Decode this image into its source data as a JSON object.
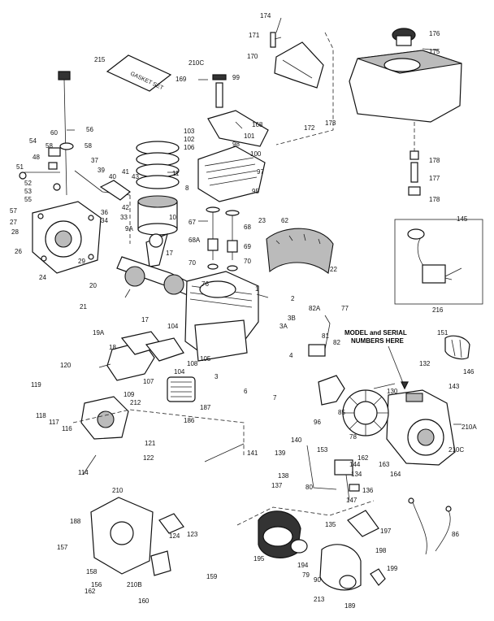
{
  "labels": {
    "p174": "174",
    "p171": "171",
    "p170": "170",
    "p175": "175",
    "p176": "176",
    "p215": "215",
    "p210c_top": "210C",
    "p169": "169",
    "p99": "99",
    "p168": "168",
    "p172": "172",
    "p173": "173",
    "p56": "56",
    "p60": "60",
    "p58": "58",
    "p54": "54",
    "p48": "48",
    "p51": "51",
    "p52": "52",
    "p53": "53",
    "p55": "55",
    "p57": "57",
    "p27": "27",
    "p28": "28",
    "p37": "37",
    "p39": "39",
    "p40": "40",
    "p41": "41",
    "p43": "43",
    "p36": "36",
    "p34": "34",
    "p33": "33",
    "p42": "42",
    "p11": "11",
    "p8": "8",
    "p10": "10",
    "p9a": "9A",
    "p103": "103",
    "p102": "102",
    "p106": "106",
    "p98": "98",
    "p101": "101",
    "p100": "100",
    "p97": "97",
    "p95": "95",
    "p178a": "178",
    "p177": "177",
    "p178b": "178",
    "p67": "67",
    "p68": "68",
    "p68a": "68A",
    "p69": "69",
    "p70a": "70",
    "p70b": "70",
    "p23": "23",
    "p62": "62",
    "p145": "145",
    "p26": "26",
    "p24": "24",
    "p17a": "17",
    "p29": "29",
    "p22": "22",
    "p20": "20",
    "p76": "76",
    "p1": "1",
    "p2": "2",
    "p21": "21",
    "p17b": "17",
    "p104a": "104",
    "p3b": "3B",
    "p3a": "3A",
    "p82a": "82A",
    "p77": "77",
    "p216": "216",
    "p19a": "19A",
    "p18": "18",
    "p105": "105",
    "p4": "4",
    "p81": "81",
    "p82": "82",
    "p151": "151",
    "p104b": "104",
    "p108": "108",
    "p3": "3",
    "p132": "132",
    "p120": "120",
    "p107": "107",
    "p187": "187",
    "p6": "6",
    "p7": "7",
    "p143": "143",
    "p146": "146",
    "p109": "109",
    "p130": "130",
    "p119": "119",
    "p212": "212",
    "p118": "118",
    "p117": "117",
    "p116": "116",
    "p186": "186",
    "p96": "96",
    "p85": "85",
    "p78": "78",
    "p210a": "210A",
    "p121": "121",
    "p210c": "210C",
    "p122": "122",
    "p141": "141",
    "p140": "140",
    "p139": "139",
    "p153": "153",
    "p162": "162",
    "p144": "144",
    "p163": "163",
    "p164": "164",
    "p114": "114",
    "p138": "138",
    "p134": "134",
    "p137": "137",
    "p80": "80",
    "p136": "136",
    "p147": "147",
    "p210": "210",
    "p188": "188",
    "p123": "123",
    "p124": "124",
    "p135": "135",
    "p197": "197",
    "p86": "86",
    "p157": "157",
    "p195": "195",
    "p158": "158",
    "p194": "194",
    "p79": "79",
    "p90": "90",
    "p198": "198",
    "p156": "156",
    "p159": "159",
    "p162b": "162",
    "p210b": "210B",
    "p160": "160",
    "p199": "199",
    "p213": "213",
    "p189": "189"
  },
  "kit_label": "GASKET SET",
  "callout_line1": "MODEL and SERIAL",
  "callout_line2": "NUMBERS HERE"
}
